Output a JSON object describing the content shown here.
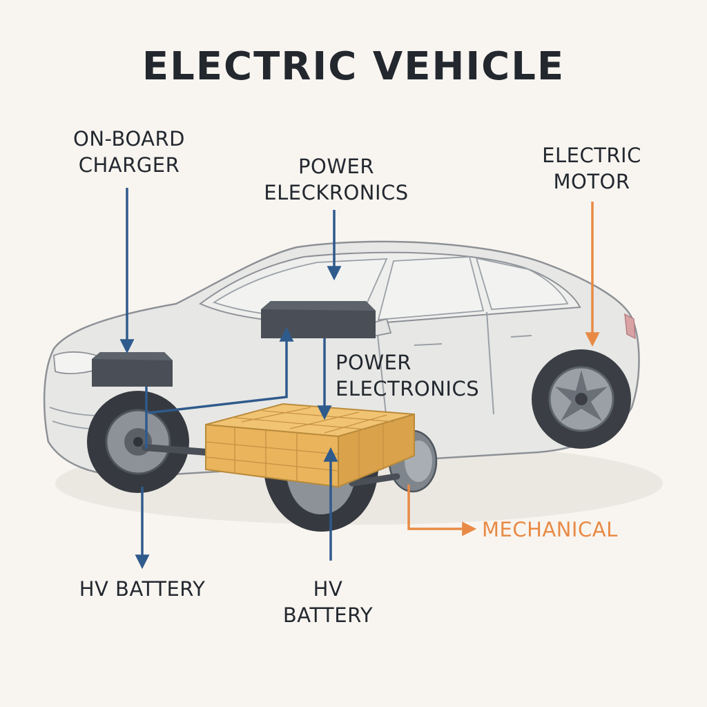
{
  "title": "ELECTRIC VEHICLE",
  "labels": {
    "onboard_charger": [
      "ON-BOARD",
      "CHARGER"
    ],
    "power_elec_top": [
      "POWER",
      "ELECKRONICS"
    ],
    "electric_motor": [
      "ELECTRIC",
      "MOTOR"
    ],
    "power_elec_mid": [
      "POWER",
      "ELECTRONICS"
    ],
    "hv_battery_left": "HV BATTERY",
    "hv_battery_center": [
      "HV",
      "BATTERY"
    ],
    "mechanical": "MECHANICAL"
  },
  "colors": {
    "background": "#f8f5f0",
    "car_body": "#e6e6e4",
    "car_outline": "#8d9196",
    "box_dark": "#4a4f57",
    "battery": "#e9b45c",
    "arrow_blue": "#2f5a8c",
    "arrow_orange": "#e88a45",
    "text": "#23282f"
  }
}
